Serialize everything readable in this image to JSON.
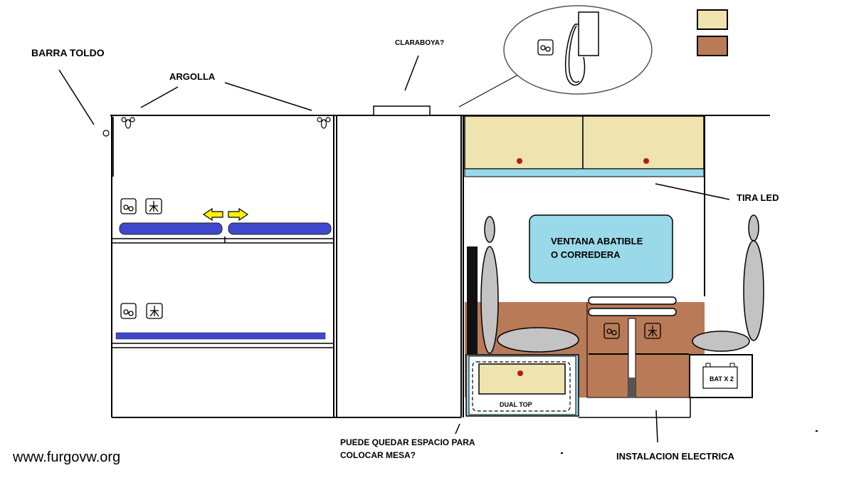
{
  "labels": {
    "barra_toldo": "BARRA TOLDO",
    "argolla": "ARGOLLA",
    "claraboya": "CLARABOYA?",
    "tira_led": "TIRA LED",
    "ventana_line1": "VENTANA ABATIBLE",
    "ventana_line2": "O CORREDERA",
    "dual_top": "DUAL TOP",
    "bat": "BAT X 2",
    "espacio_line1": "PUEDE QUEDAR ESPACIO PARA",
    "espacio_line2": "COLOCAR MESA?",
    "instalacion": "INSTALACION ELECTRICA",
    "watermark": "www.furgovw.org"
  },
  "legend": [
    {
      "color": "#efe4b0"
    },
    {
      "color": "#b97a57"
    }
  ],
  "colors": {
    "cream": "#efe4b0",
    "brown": "#b97a57",
    "light_blue": "#99d9ea",
    "mattress_blue": "#3f48cc",
    "seat_gray": "#c3c3c3",
    "arrow_yellow": "#fff200",
    "knob_red": "#b01c1c",
    "stroke": "#000000"
  },
  "icons": [
    "socket-icon",
    "usb-icon",
    "arrows-icon",
    "hook-icon",
    "shower-icon"
  ]
}
